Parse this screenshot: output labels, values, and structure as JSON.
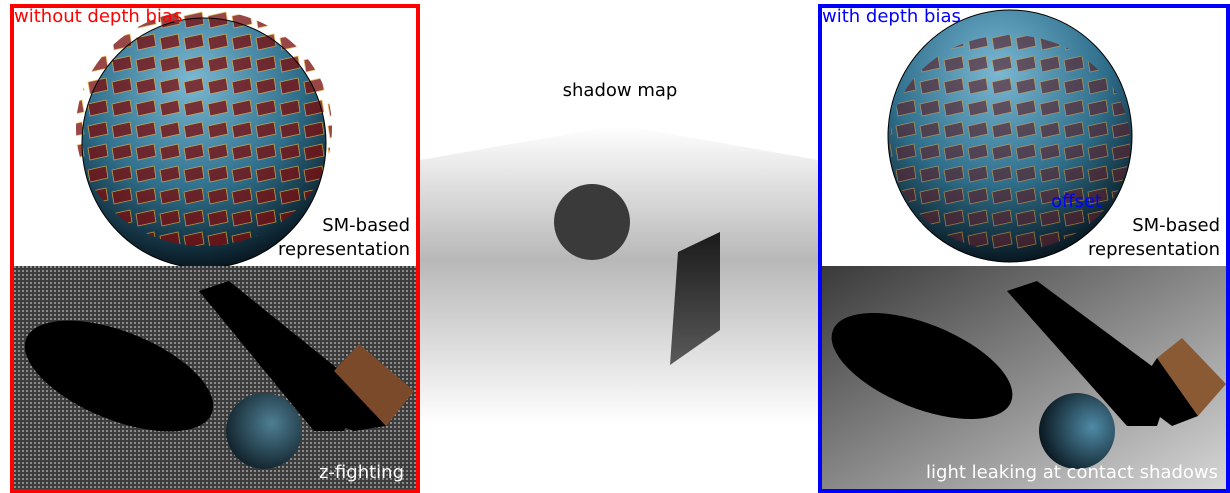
{
  "left_panel": {
    "title": "without depth bias",
    "title_color": "#ff0000",
    "sphere_label_line1": "SM-based",
    "sphere_label_line2": "representation",
    "scene_label": "z-fighting"
  },
  "center": {
    "title": "shadow map"
  },
  "right_panel": {
    "title": "with depth bias",
    "title_color": "#0000ff",
    "offset_label": "offset",
    "offset_color": "#0000ff",
    "sphere_label_line1": "SM-based",
    "sphere_label_line2": "representation",
    "scene_label": "light leaking at contact shadows"
  }
}
